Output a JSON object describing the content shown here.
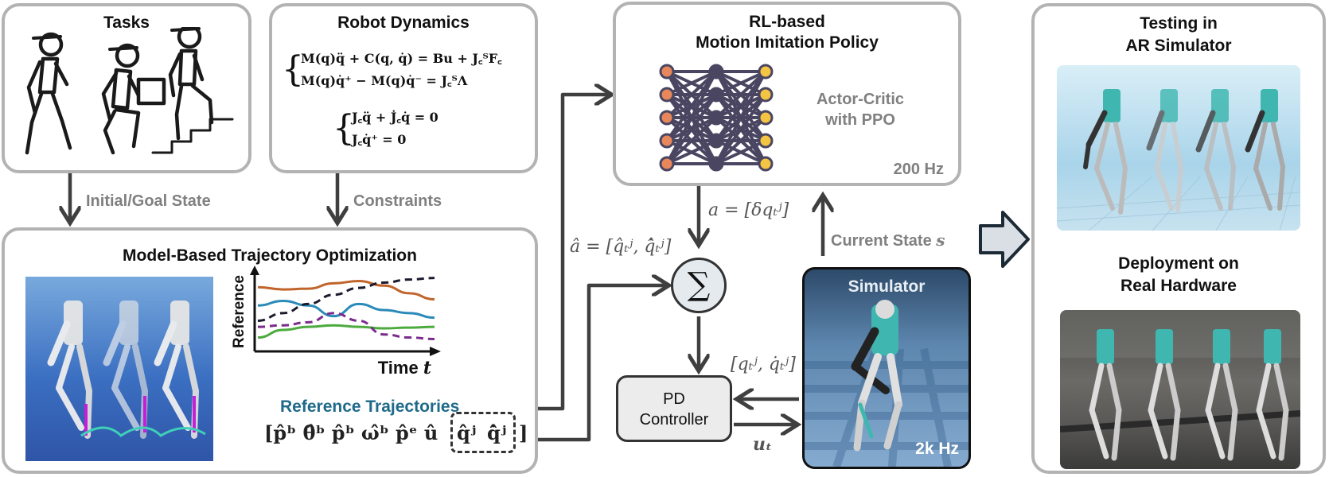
{
  "tasks": {
    "title": "Tasks"
  },
  "dynamics": {
    "title": "Robot Dynamics",
    "eq1": "M(q)q̈ + C(q, q̇) = Bu + J꜀ᵀF꜀",
    "eq2": "M(q)q̇⁺ − M(q)q̇⁻ = J꜀ᵀΛ",
    "eq3": "J꜀q̈ + J̇꜀q̇ = 0",
    "eq4": "J꜀q̇⁺ = 0"
  },
  "policy": {
    "title_line1": "RL-based",
    "title_line2": "Motion Imitation Policy",
    "method_line1": "Actor-Critic",
    "method_line2": "with PPO",
    "rate": "200 Hz"
  },
  "testing": {
    "title_line1": "Testing in",
    "title_line2": "AR Simulator",
    "deploy_line1": "Deployment on",
    "deploy_line2": "Real Hardware"
  },
  "trajopt": {
    "title": "Model-Based Trajectory Optimization",
    "plot_ylabel": "Reference",
    "plot_xlabel": "Time",
    "plot_xvar": "t",
    "ref_label": "Reference Trajectories",
    "vector_main": "[p̂ᵇ θ̂ᵇ p̂ᵇ ω̂ᵇ p̂ᵉ û",
    "vector_q": "q̂ʲ",
    "vector_qdot": "q̂̇ʲ",
    "vector_close": "]"
  },
  "arrows": {
    "initial_goal": "Initial/Goal State",
    "constraints": "Constraints",
    "action": "a = [δqₜʲ]",
    "current_state": "Current State",
    "current_state_var": "s",
    "ref_action": "â = [q̂ₜʲ, q̂̇ₜʲ]",
    "joint_state": "[qₜʲ, q̇ₜʲ]",
    "torque": "uₜ"
  },
  "sum": {
    "symbol": "∑"
  },
  "pd": {
    "line1": "PD",
    "line2": "Controller"
  },
  "simulator": {
    "title": "Simulator",
    "rate": "2k Hz"
  },
  "colors": {
    "box_border": "#b3b3b3",
    "arrow": "#3f3f3f",
    "ref_label": "#1f6a8a",
    "nn_input": "#e8875b",
    "nn_hidden": "#4a4662",
    "nn_output": "#f4c542",
    "sim_bg": "#2d4a6a",
    "robot_teal": "#3fb7b0"
  },
  "icons": [
    "person-walking-icon",
    "person-lifting-box-icon",
    "person-climbing-stairs-icon",
    "neural-network-icon",
    "summation-icon",
    "block-arrow-icon"
  ],
  "chart_data": {
    "type": "line",
    "title": "",
    "xlabel": "Time t",
    "ylabel": "Reference",
    "series": [
      {
        "style": "solid",
        "color": "#c0642b",
        "values": [
          0.8,
          0.77,
          0.78,
          0.85,
          0.88,
          0.82,
          0.72,
          0.64
        ]
      },
      {
        "style": "solid",
        "color": "#2a8ab8",
        "values": [
          0.56,
          0.62,
          0.56,
          0.42,
          0.58,
          0.5,
          0.46,
          0.4
        ]
      },
      {
        "style": "dashed",
        "color": "#1a1a2e",
        "values": [
          0.36,
          0.46,
          0.58,
          0.7,
          0.79,
          0.86,
          0.9,
          0.92
        ]
      },
      {
        "style": "solid",
        "color": "#4caa3e",
        "values": [
          0.14,
          0.24,
          0.28,
          0.3,
          0.28,
          0.26,
          0.27,
          0.28
        ]
      },
      {
        "style": "dashed",
        "color": "#7a2c8c",
        "values": [
          0.28,
          0.3,
          0.34,
          0.46,
          0.36,
          0.18,
          0.14,
          0.12
        ]
      }
    ]
  }
}
